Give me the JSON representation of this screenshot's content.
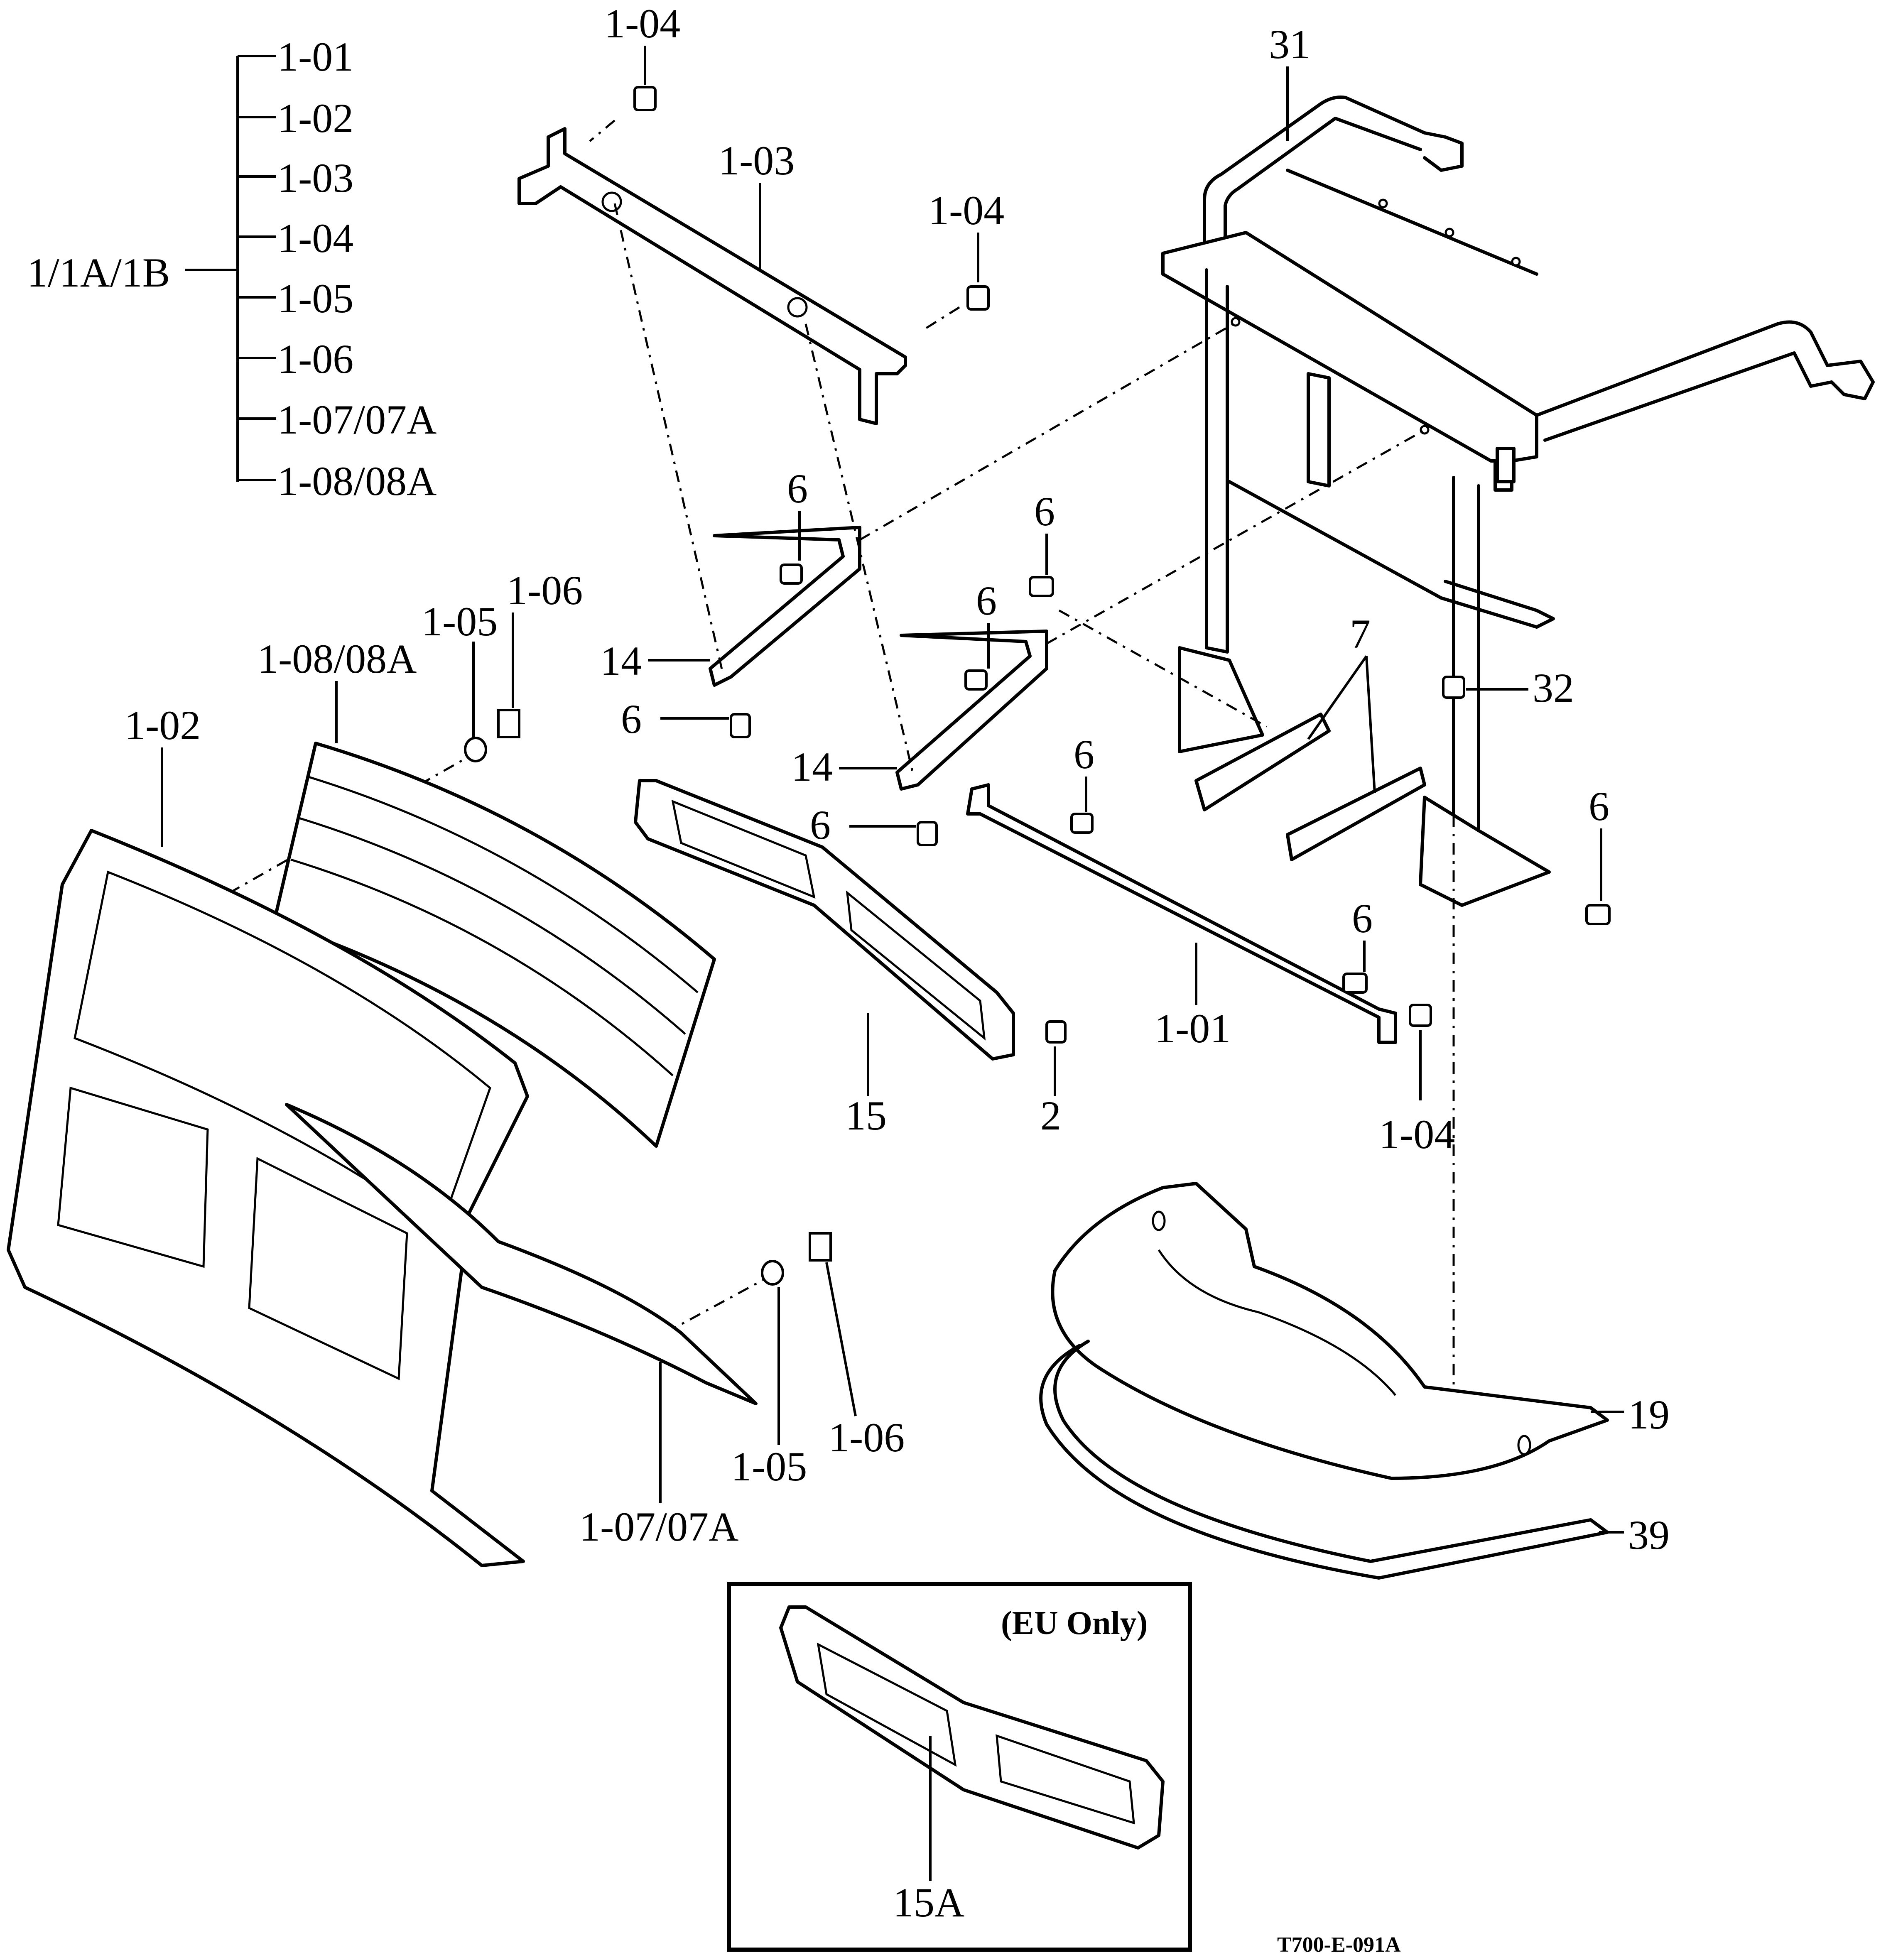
{
  "diagram": {
    "type": "exploded-parts-view",
    "drawing_code": "T700-E-091A",
    "assembly_tree": {
      "parent": "1/1A/1B",
      "children": [
        "1-01",
        "1-02",
        "1-03",
        "1-04",
        "1-05",
        "1-06",
        "1-07/07A",
        "1-08/08A"
      ]
    },
    "callouts": {
      "c_1_04_top": "1-04",
      "c_1_03": "1-03",
      "c_1_04_mid": "1-04",
      "c_31": "31",
      "c_6_a": "6",
      "c_6_b": "6",
      "c_6_c": "6",
      "c_6_d": "6",
      "c_6_e": "6",
      "c_6_f": "6",
      "c_6_g": "6",
      "c_6_h": "6",
      "c_7": "7",
      "c_14_a": "14",
      "c_14_b": "14",
      "c_32": "32",
      "c_1_05_top": "1-05",
      "c_1_06_top": "1-06",
      "c_1_08": "1-08/08A",
      "c_1_02": "1-02",
      "c_15": "15",
      "c_2": "2",
      "c_1_01": "1-01",
      "c_1_04_bot": "1-04",
      "c_19": "19",
      "c_39": "39",
      "c_1_05_bot": "1-05",
      "c_1_06_bot": "1-06",
      "c_1_07": "1-07/07A",
      "c_15a": "15A"
    },
    "inset": {
      "note": "(EU Only)",
      "part_label": "15A"
    }
  }
}
